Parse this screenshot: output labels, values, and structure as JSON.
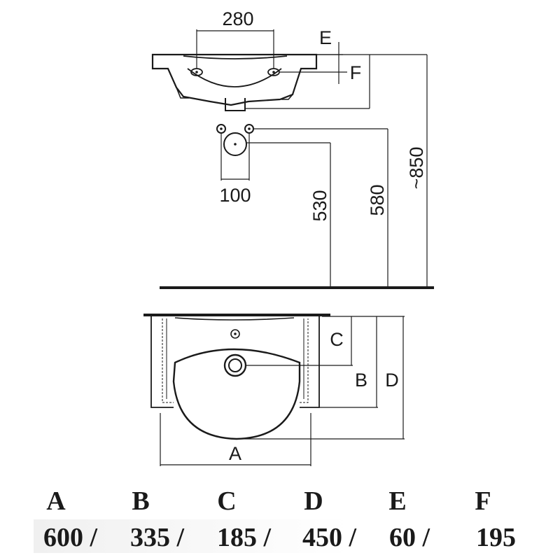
{
  "diagram": {
    "top_view": {
      "width_label": "280",
      "dim_e_label": "E",
      "dim_f_label": "F"
    },
    "wall_view": {
      "spacing_label": "100",
      "height_530_label": "530",
      "height_580_label": "580",
      "height_850_label": "~850"
    },
    "plan_view": {
      "dim_a_label": "A",
      "dim_b_label": "B",
      "dim_c_label": "C",
      "dim_d_label": "D"
    }
  },
  "legend": {
    "headers": [
      "A",
      "B",
      "C",
      "D",
      "E",
      "F"
    ],
    "values": [
      "600 /",
      "335 /",
      "185 /",
      "450 /",
      "60 /",
      "195"
    ]
  }
}
